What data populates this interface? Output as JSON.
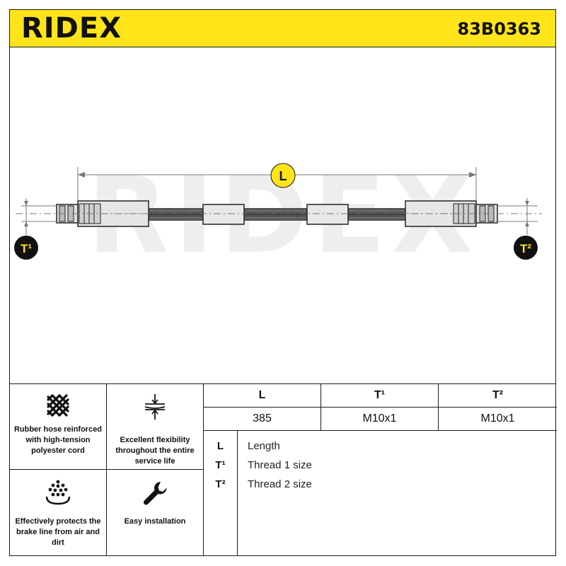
{
  "header": {
    "brand": "RIDEX",
    "part_number": "83B0363",
    "background_color": "#ffe419"
  },
  "drawing": {
    "watermark": "RIDEX",
    "dimension_labels": {
      "length": "L",
      "thread1": "T¹",
      "thread2": "T²"
    }
  },
  "features": [
    {
      "icon": "mesh-icon",
      "text": "Rubber hose reinforced with high-tension polyester cord"
    },
    {
      "icon": "flexibility-icon",
      "text": "Excellent flexibility throughout the entire service life"
    },
    {
      "icon": "protection-icon",
      "text": "Effectively protects the brake line from air and dirt"
    },
    {
      "icon": "wrench-icon",
      "text": "Easy installation"
    }
  ],
  "specs": {
    "headers": [
      "L",
      "T¹",
      "T²"
    ],
    "values": [
      "385",
      "M10x1",
      "M10x1"
    ]
  },
  "legend": [
    {
      "key": "L",
      "desc": "Length"
    },
    {
      "key": "T¹",
      "desc": "Thread 1 size"
    },
    {
      "key": "T²",
      "desc": "Thread 2 size"
    }
  ]
}
